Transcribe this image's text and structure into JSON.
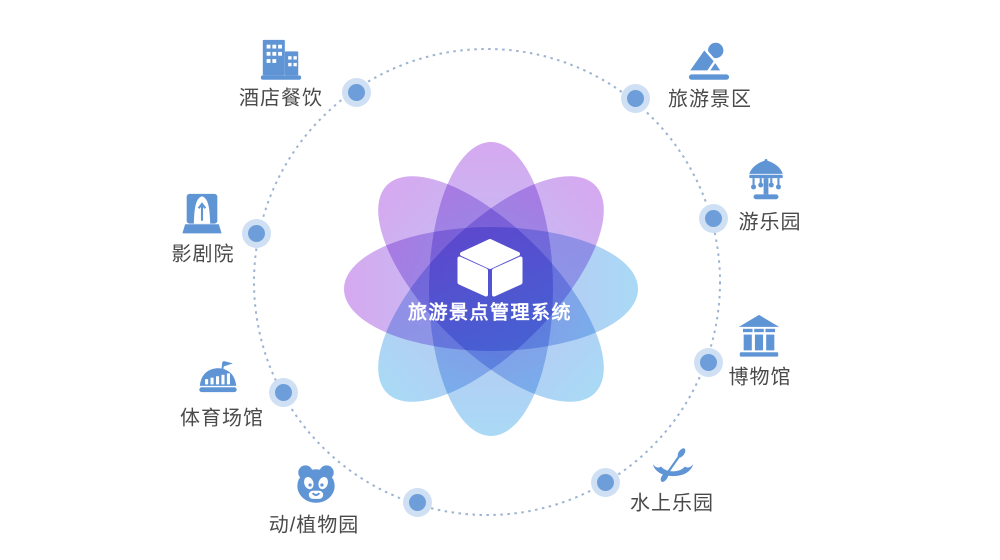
{
  "center": {
    "title": "旅游景点管理系统",
    "logo": "flower-cube-logo"
  },
  "nodes": [
    {
      "id": "hotel",
      "label": "酒店餐饮",
      "icon": "hotel-building-icon"
    },
    {
      "id": "scenic",
      "label": "旅游景区",
      "icon": "mountain-scenic-icon"
    },
    {
      "id": "amusement",
      "label": "游乐园",
      "icon": "carousel-icon"
    },
    {
      "id": "museum",
      "label": "博物馆",
      "icon": "museum-icon"
    },
    {
      "id": "water",
      "label": "水上乐园",
      "icon": "canoe-paddle-icon"
    },
    {
      "id": "zoo",
      "label": "动/植物园",
      "icon": "panda-icon"
    },
    {
      "id": "sports",
      "label": "体育场馆",
      "icon": "stadium-flag-icon"
    },
    {
      "id": "theater",
      "label": "影剧院",
      "icon": "theater-curtain-icon"
    }
  ],
  "colors": {
    "icon_blue": "#6095d5",
    "label_text": "#4a4a4a",
    "ring_dotted": "#9cb3d2",
    "dot_core": "#6e9ed9",
    "dot_halo": "#cfe0f4",
    "petal_purple": "#c88ceb",
    "petal_blue": "#8ccdf2",
    "center_overlap": "#6c60d8",
    "title_text": "#ffffff",
    "background": "#ffffff"
  }
}
